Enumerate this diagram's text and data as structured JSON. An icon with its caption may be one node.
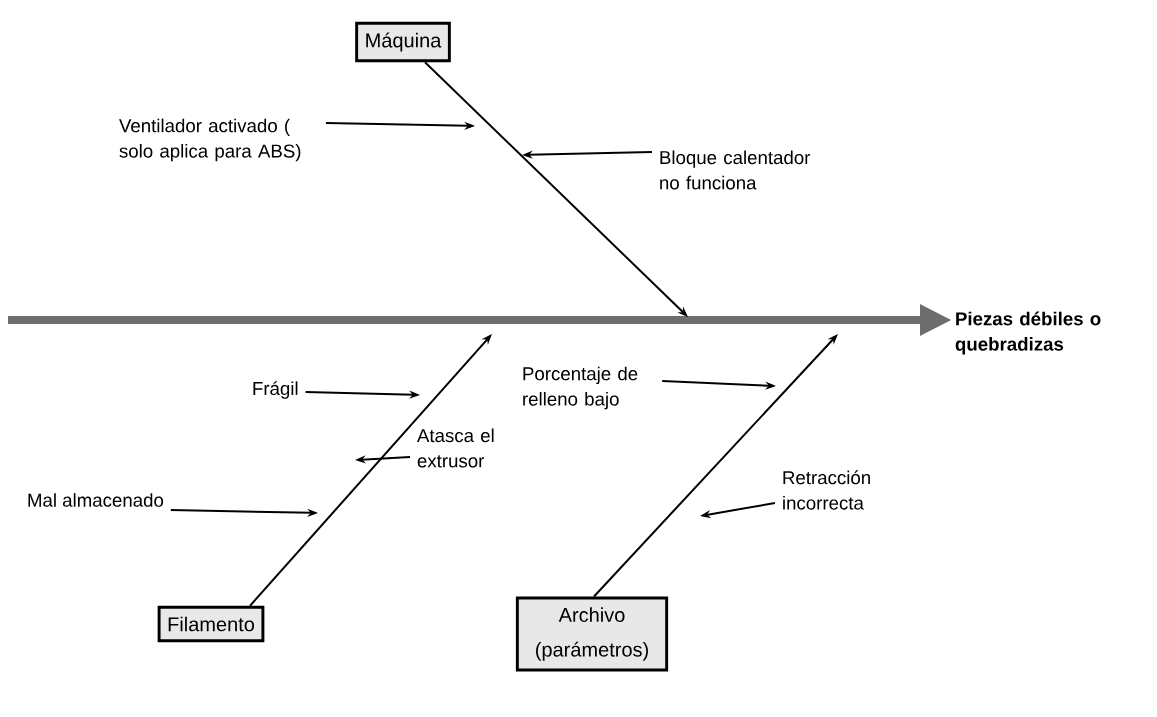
{
  "diagram": {
    "nodes": [
      {
        "text": [
          "Máquina"
        ]
      },
      {
        "text": [
          "Filamento"
        ]
      },
      {
        "text": [
          "Archivo (parámetros)"
        ]
      },
      {
        "text": [
          "Piezas débiles o quebradizas"
        ]
      },
      {
        "text": [
          "Ventilador activado ( solo aplica para ABS)"
        ]
      },
      {
        "text": [
          "Bloque calentador no funciona"
        ]
      },
      {
        "text": [
          "Frágil"
        ]
      },
      {
        "text": [
          "Mal almacenado"
        ]
      },
      {
        "text": [
          "Atasca el extrusor"
        ]
      },
      {
        "text": [
          "Porcentaje de relleno bajo"
        ]
      },
      {
        "text": [
          "Retracción incorrecta"
        ]
      }
    ],
    "edges": [
      {
        "from": null,
        "to": 3,
        "arrow": "to",
        "style": "thick",
        "color": "#6e6e6e"
      },
      {
        "from": 0,
        "to": null,
        "arrow": "to"
      },
      {
        "from": 1,
        "to": null,
        "arrow": "to"
      },
      {
        "from": 2,
        "to": null,
        "arrow": "to"
      },
      {
        "from": 4,
        "to": null,
        "arrow": "to"
      },
      {
        "from": 5,
        "to": null,
        "arrow": "to"
      },
      {
        "from": 6,
        "to": null,
        "arrow": "to"
      },
      {
        "from": 7,
        "to": null,
        "arrow": "to"
      },
      {
        "from": 8,
        "to": null,
        "arrow": "to"
      },
      {
        "from": 9,
        "to": null,
        "arrow": "to"
      },
      {
        "from": 10,
        "to": null,
        "arrow": "to"
      }
    ]
  }
}
